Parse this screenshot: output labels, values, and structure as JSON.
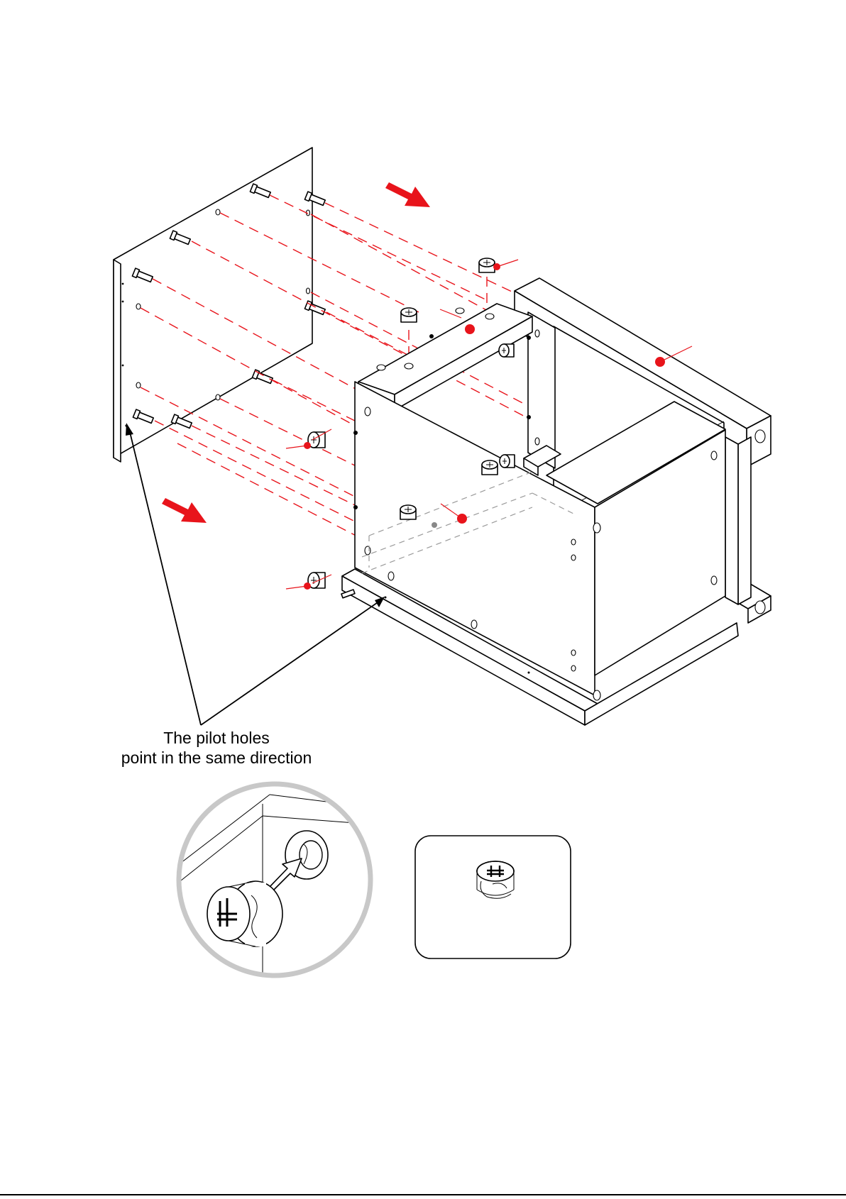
{
  "caption": {
    "line1": "The pilot holes",
    "line2": "point in the same direction"
  },
  "colors": {
    "accent": "#e8141b",
    "line": "#000000",
    "guide": "#9a9a9a",
    "background": "#ffffff"
  },
  "icons": [
    "direction-arrow",
    "cam-lock-fitting",
    "cam-bolt",
    "zoom-circle"
  ]
}
